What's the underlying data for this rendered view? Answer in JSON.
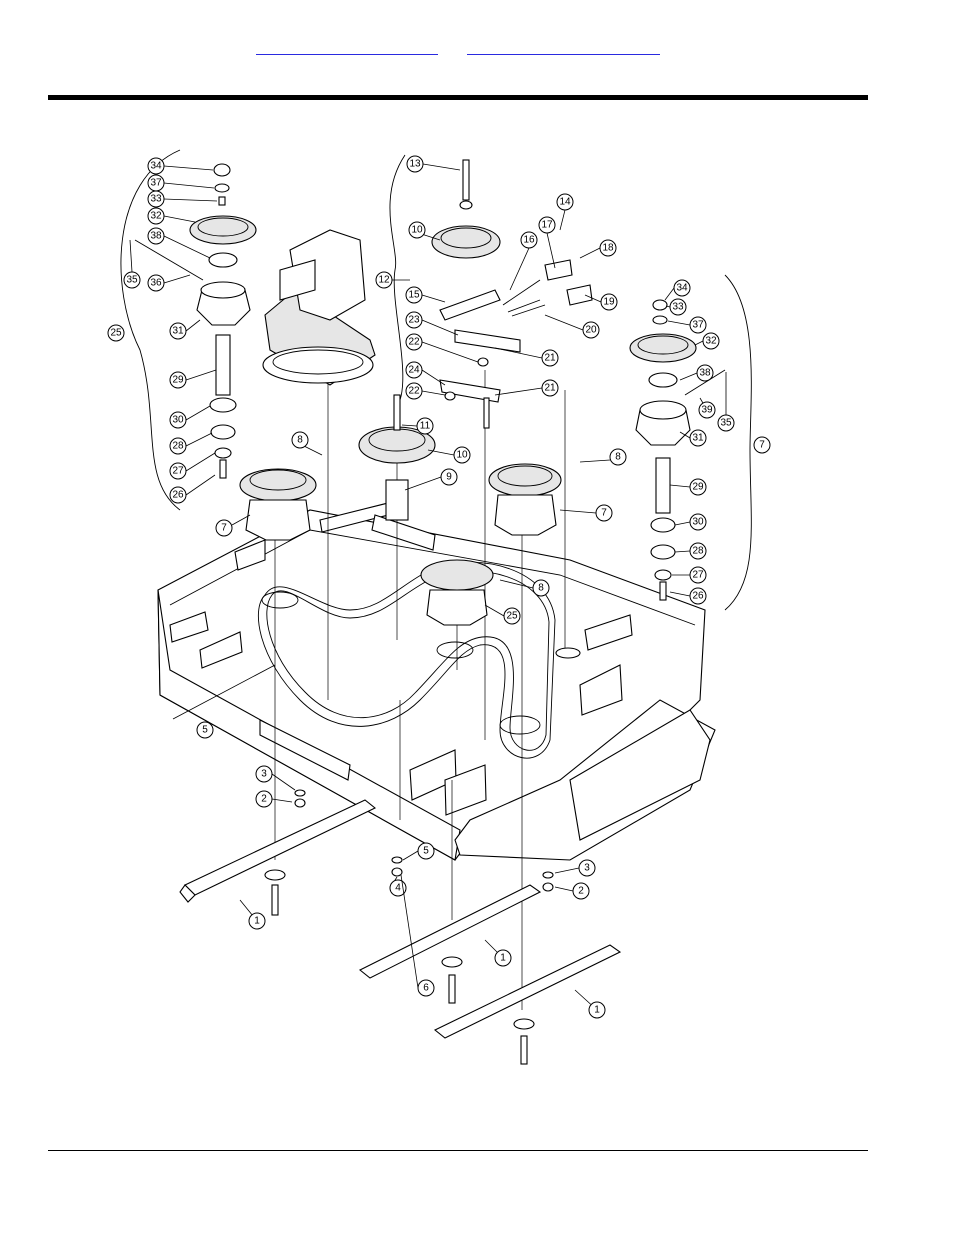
{
  "header": {
    "links": [
      "",
      ""
    ]
  },
  "diagram": {
    "callouts": [
      "1",
      "1",
      "1",
      "2",
      "2",
      "3",
      "3",
      "4",
      "5",
      "5",
      "6",
      "7",
      "7",
      "7",
      "8",
      "8",
      "8",
      "9",
      "10",
      "10",
      "11",
      "12",
      "13",
      "14",
      "15",
      "16",
      "17",
      "18",
      "19",
      "20",
      "21",
      "21",
      "22",
      "22",
      "23",
      "24",
      "25",
      "25",
      "26",
      "26",
      "27",
      "27",
      "28",
      "28",
      "29",
      "29",
      "30",
      "30",
      "31",
      "31",
      "32",
      "32",
      "33",
      "33",
      "34",
      "34",
      "35",
      "35",
      "36",
      "37",
      "37",
      "38",
      "38",
      "39"
    ]
  }
}
